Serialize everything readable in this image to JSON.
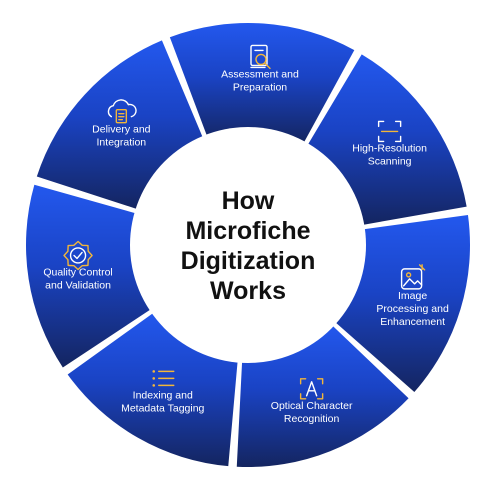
{
  "title_lines": [
    "How",
    "Microfiche",
    "Digitization",
    "Works"
  ],
  "steps": [
    {
      "label_lines": [
        "Assessment and",
        "Preparation"
      ],
      "icon": "magnifier-document-icon"
    },
    {
      "label_lines": [
        "High-Resolution",
        "Scanning"
      ],
      "icon": "scan-frame-icon"
    },
    {
      "label_lines": [
        "Image",
        "Processing and",
        "Enhancement"
      ],
      "icon": "image-edit-icon"
    },
    {
      "label_lines": [
        "Optical Character",
        "Recognition"
      ],
      "icon": "ocr-text-icon"
    },
    {
      "label_lines": [
        "Indexing and",
        "Metadata Tagging"
      ],
      "icon": "list-icon"
    },
    {
      "label_lines": [
        "Quality Control",
        "and Validation"
      ],
      "icon": "gear-check-icon"
    },
    {
      "label_lines": [
        "Delivery and",
        "Integration"
      ],
      "icon": "cloud-document-icon"
    }
  ],
  "colors": {
    "segment_light": "#1f4fe0",
    "segment_mid": "#1740b8",
    "segment_dark": "#15286b",
    "icon_accent": "#f2b63a",
    "icon_line": "#ffffff",
    "center_fill": "#ffffff",
    "title_color": "#111111"
  }
}
